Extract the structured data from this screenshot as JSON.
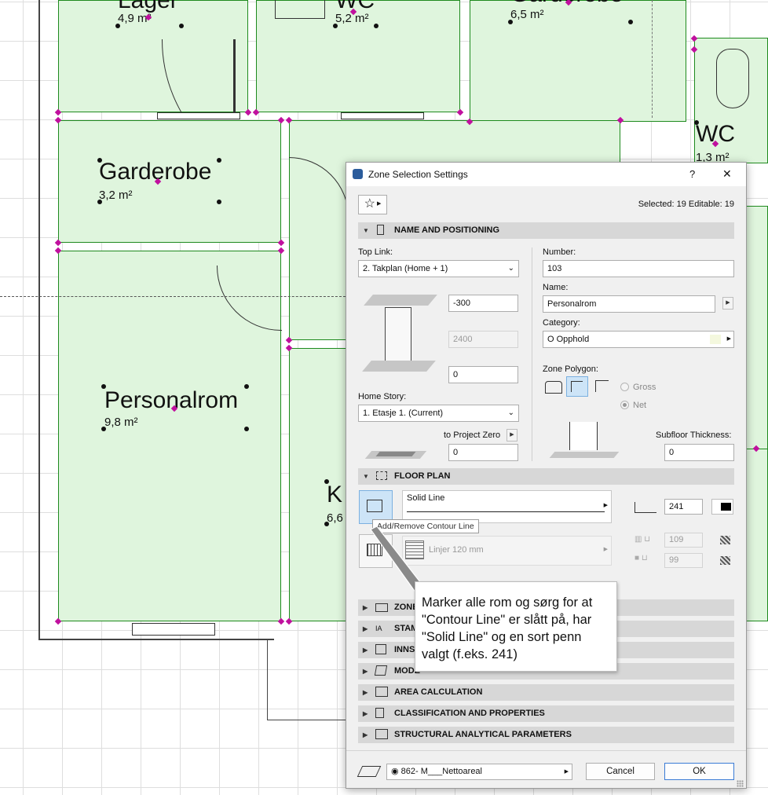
{
  "plan": {
    "rooms": [
      {
        "name": "Lager",
        "area": "4,9 m²"
      },
      {
        "name": "WC",
        "area": "5,2 m²"
      },
      {
        "name": "Garderobe",
        "area": "6,5 m²"
      },
      {
        "name": "Garderobe",
        "area": "3,2 m²"
      },
      {
        "name": "WC",
        "area": "1,3 m²"
      },
      {
        "name": "Personalrom",
        "area": "9,8 m²"
      },
      {
        "name": "K",
        "area": "6,6"
      }
    ]
  },
  "dialog": {
    "title": "Zone Selection Settings",
    "help": "?",
    "close": "✕",
    "selected_info": "Selected: 19 Editable: 19",
    "sections": {
      "name_pos": "NAME AND POSITIONING",
      "floor_plan": "FLOOR PLAN",
      "zone_stamp": "ZONE",
      "stamp": "STAM",
      "inns": "INNS",
      "model": "MODE",
      "area_calc": "AREA CALCULATION",
      "classification": "CLASSIFICATION AND PROPERTIES",
      "structural": "STRUCTURAL ANALYTICAL PARAMETERS"
    },
    "top_link_label": "Top Link:",
    "top_link_value": "2. Takplan (Home + 1)",
    "top_offset": "-300",
    "height": "2400",
    "bottom_offset": "0",
    "home_story_label": "Home Story:",
    "home_story_value": "1. Etasje 1. (Current)",
    "to_project_zero_label": "to Project Zero",
    "to_project_zero_value": "0",
    "number_label": "Number:",
    "number_value": "103",
    "name_label": "Name:",
    "name_value": "Personalrom",
    "category_label": "Category:",
    "category_value": "O  Opphold",
    "zone_polygon_label": "Zone Polygon:",
    "gross_label": "Gross",
    "net_label": "Net",
    "subfloor_label": "Subfloor Thickness:",
    "subfloor_value": "0",
    "contour_line_type": "Solid Line",
    "contour_pen": "241",
    "fill_type": "Linjer 120 mm",
    "fill_pen_fg": "109",
    "fill_pen_bg": "99",
    "tooltip": "Add/Remove Contour Line",
    "layer_value": "862- M___Nettoareal",
    "cancel": "Cancel",
    "ok": "OK"
  },
  "callout": {
    "text": "Marker alle rom og sørg for at \"Contour Line\" er slått på, har \"Solid Line\" og en sort penn valgt (f.eks. 241)"
  },
  "colors": {
    "zone_fill": "#dff5dd",
    "zone_border": "#1e8a1e",
    "node": "#c0109e",
    "highlight": "#cde4f7"
  }
}
